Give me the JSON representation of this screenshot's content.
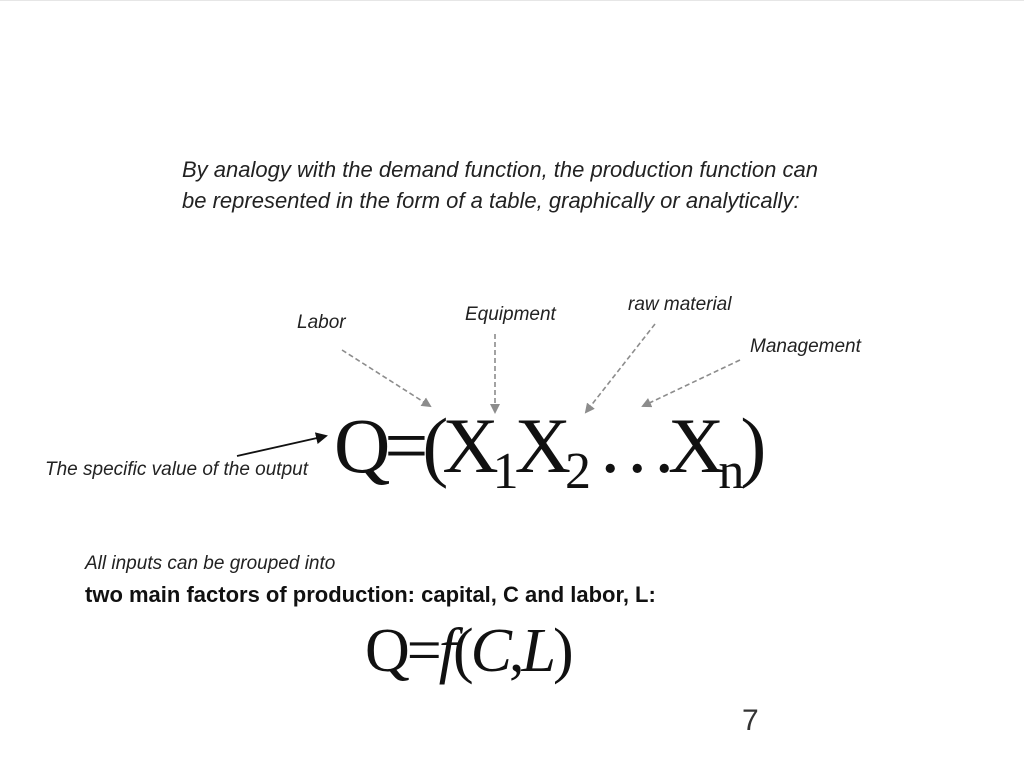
{
  "intro_text": "By analogy with the demand function, the production function can be represented in the form of a table, graphically or analytically:",
  "factors": {
    "labor": "Labor",
    "equipment": "Equipment",
    "raw_material": "raw material",
    "management": "Management"
  },
  "formula_main": {
    "lhs": "Q",
    "eq": "=",
    "open": "(",
    "x": "X",
    "sub1": "1",
    "sub2": "2",
    "dots": " . . .",
    "subn": "n",
    "close": ")"
  },
  "output_label": "The specific value of the output",
  "groups": {
    "intro": "All inputs can be grouped into",
    "main": "two main factors of production: capital, C and labor, L:"
  },
  "formula_cl": {
    "lhs": "Q",
    "eq": "=",
    "f": "f",
    "open": "(",
    "c": "C",
    "comma": ",",
    "l": "L",
    "close": ")"
  },
  "page_number": "7",
  "colors": {
    "arrow_dashed": "#8c8c8c",
    "arrow_solid": "#111111",
    "text": "#222222"
  }
}
